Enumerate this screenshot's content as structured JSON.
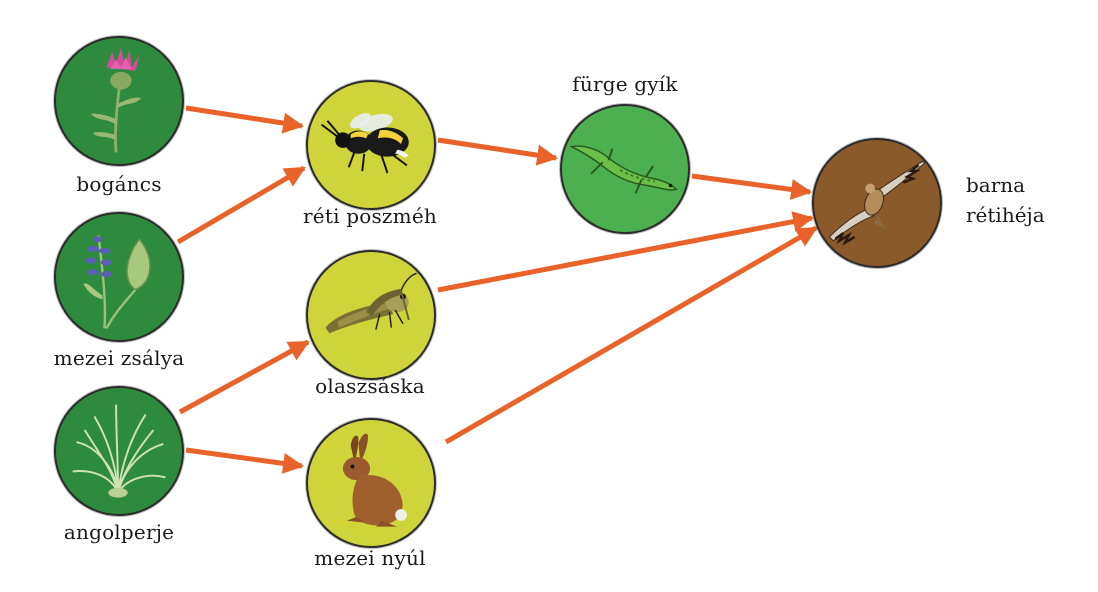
{
  "colors": {
    "producer": "#2e8b3e",
    "primary_consumer": "#cfd43a",
    "secondary_consumer": "#4caf50",
    "top_consumer": "#8b5a2b",
    "arrow": "#e8622a"
  },
  "nodes": {
    "boganc": {
      "label": "bogáncs",
      "icon": "thistle-icon"
    },
    "zsalya": {
      "label": "mezei zsálya",
      "icon": "sage-icon"
    },
    "angolperje": {
      "label": "angolperje",
      "icon": "grass-icon"
    },
    "poszmeh": {
      "label": "réti poszméh",
      "icon": "bumblebee-icon"
    },
    "olaszsaska": {
      "label": "olaszsáska",
      "icon": "grasshopper-icon"
    },
    "nyul": {
      "label": "mezei nyúl",
      "icon": "hare-icon"
    },
    "gyik": {
      "label": "fürge gyík",
      "icon": "lizard-icon"
    },
    "retiheja": {
      "label_line1": "barna",
      "label_line2": "rétihéja",
      "icon": "harrier-icon"
    }
  },
  "edges": [
    {
      "from": "bogáncs",
      "to": "réti poszméh"
    },
    {
      "from": "mezei zsálya",
      "to": "réti poszméh"
    },
    {
      "from": "angolperje",
      "to": "olaszsáska"
    },
    {
      "from": "angolperje",
      "to": "mezei nyúl"
    },
    {
      "from": "réti poszméh",
      "to": "fürge gyík"
    },
    {
      "from": "fürge gyík",
      "to": "barna rétihéja"
    },
    {
      "from": "olaszsáska",
      "to": "barna rétihéja"
    },
    {
      "from": "mezei nyúl",
      "to": "barna rétihéja"
    }
  ]
}
